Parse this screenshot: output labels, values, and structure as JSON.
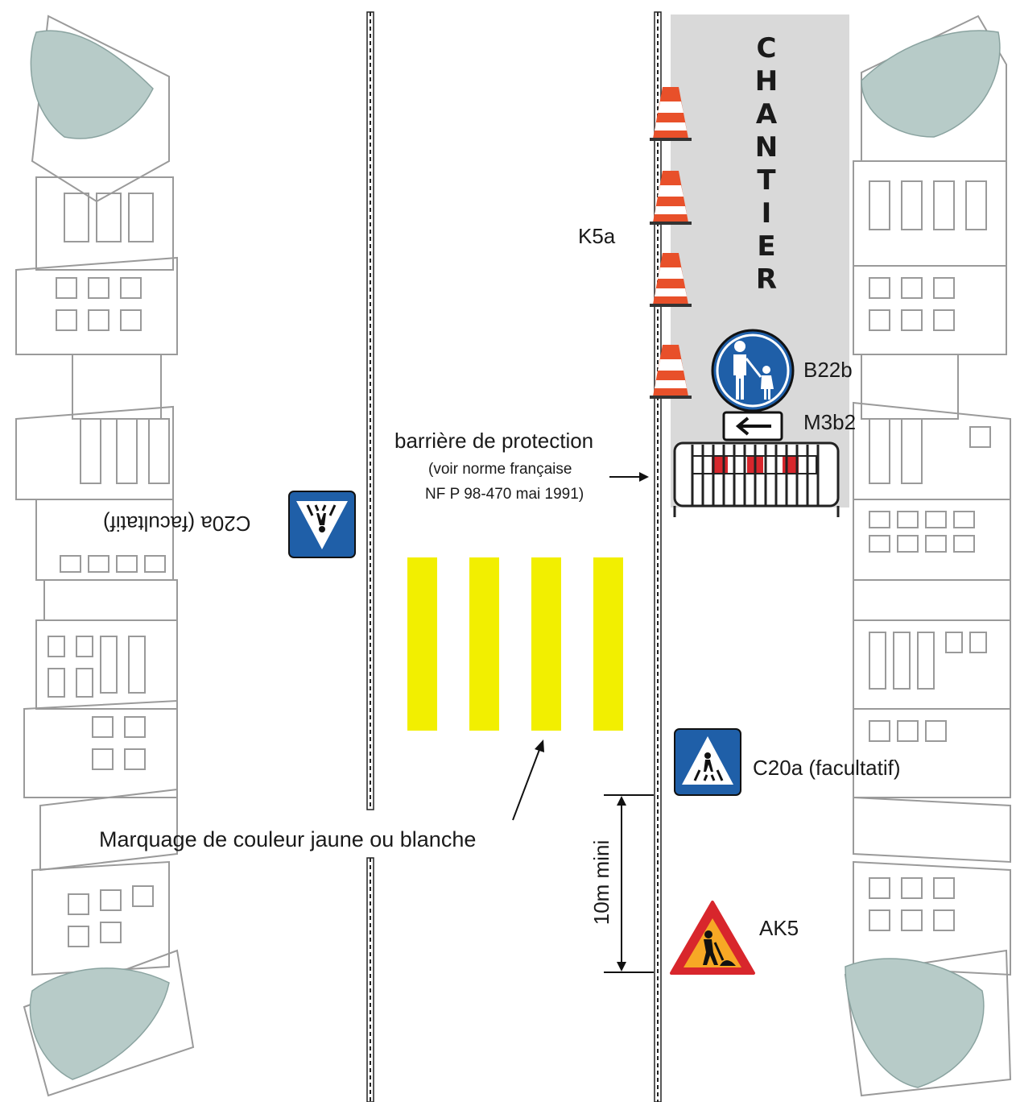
{
  "labels": {
    "chantier": "CHANTIER",
    "k5a": "K5a",
    "b22b": "B22b",
    "m3b2": "M3b2",
    "barriere_title": "barrière de protection",
    "barriere_note_1": "(voir norme française",
    "barriere_note_2": "NF P 98-470 mai 1991)",
    "c20a_left": "C20a (facultatif)",
    "c20a_right": "C20a (facultatif)",
    "marquage": "Marquage de couleur jaune ou blanche",
    "distance": "10m mini",
    "ak5": "AK5"
  },
  "colors": {
    "work_zone": "#d9d9d9",
    "crossing_paint": "#f2ef00",
    "sign_blue": "#1f5fa8",
    "cone_orange": "#e8502a",
    "warning_red": "#d8262c",
    "warning_fill": "#f7a825",
    "buildings": "#9a9a9a",
    "foliage": "#b7cbc8"
  },
  "icons": [
    "cone-icon",
    "pedestrian-sign-icon",
    "arrow-left-icon",
    "barrier-icon",
    "crosswalk-sign-icon",
    "roadworks-sign-icon"
  ]
}
